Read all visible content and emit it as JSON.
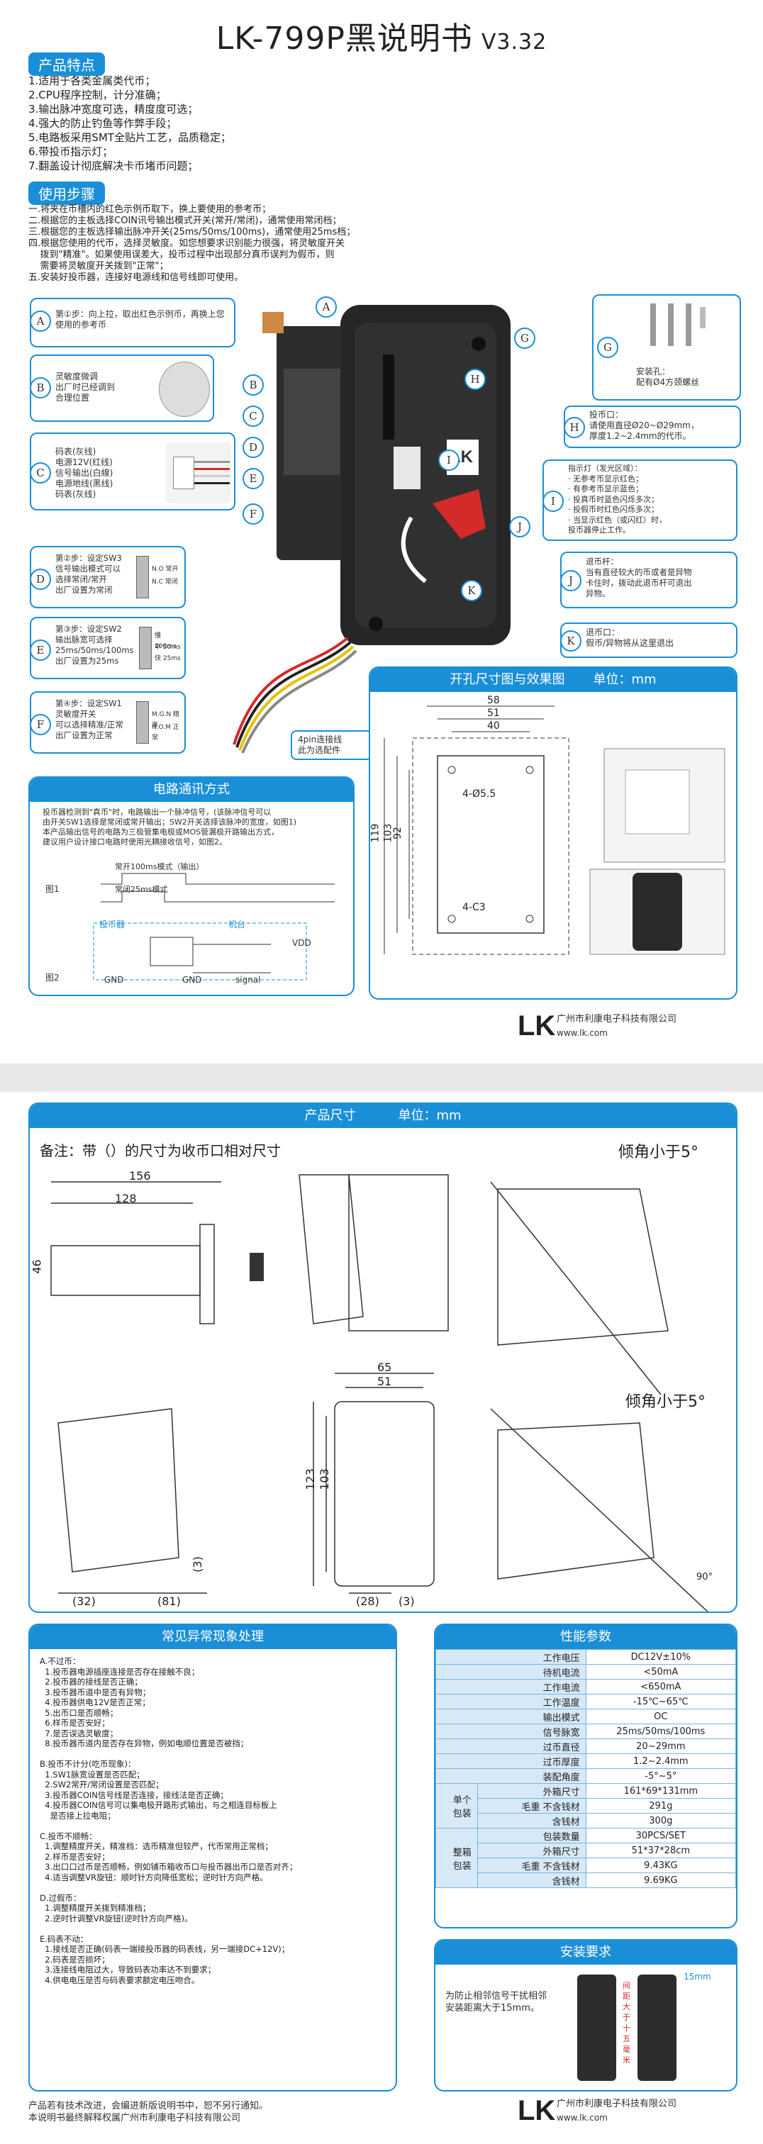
{
  "title": {
    "main": "LK-799P黑说明书",
    "version": "V3.32"
  },
  "features": {
    "header": "产品特点",
    "items": [
      "1.适用于各类金属类代币；",
      "2.CPU程序控制，计分准确；",
      "3.输出脉冲宽度可选，精度度可选；",
      "4.强大的防止钓鱼等作弊手段；",
      "5.电路板采用SMT全贴片工艺，品质稳定；",
      "6.带投币指示灯；",
      "7.翻盖设计彻底解决卡币堵币问题；"
    ]
  },
  "usage": {
    "header": "使用步骤",
    "items": [
      "一.将夹在币槽内的红色示例币取下，换上要使用的参考币；",
      "二.根据您的主板选择COIN讯号输出模式开关(常开/常闭)，通常使用常闭档；",
      "三.根据您的主板选择输出脉冲开关(25ms/50ms/100ms)，通常使用25ms档；",
      "四.根据您使用的代币，选择灵敏度。如您想要求识别能力很强，将灵敏度开关",
      "    拨到\"精准\"。如果使用误差大，投币过程中出现部分真币误判为假币，则",
      "    需要将灵敏度开关拨到\"正常\"；",
      "五.安装好投币器，连接好电源线和信号线即可使用。"
    ]
  },
  "left_callouts": {
    "A": {
      "letter": "A",
      "text": "第①步：向上拉，取出红色示例币，再换上您使用的参考币"
    },
    "B": {
      "letter": "B",
      "text": "灵敏度微调\n出厂时已经调到\n合理位置"
    },
    "C": {
      "letter": "C",
      "text": "信号输出(白線)"
    },
    "wires": [
      "码表(灰线)",
      "电源12V(红线)",
      "信号输出(白線)",
      "电源地线(黑线)",
      "码表(灰线)"
    ],
    "D": {
      "letter": "D",
      "text": "第②步：设定SW3\n信号输出模式可以\n选择常闭/常开\n出厂设置为常闭"
    },
    "sw3": [
      "N.O 常开",
      "N.C 常闭"
    ],
    "E": {
      "letter": "E",
      "text": "第③步：设定SW2\n输出脉宽可选择\n25ms/50ms/100ms\n出厂设置为25ms"
    },
    "sw2": [
      "慢 100ms",
      "中 50ms",
      "快 25ms"
    ],
    "F": {
      "letter": "F",
      "text": "第④步：设定SW1\n灵敏度开关\n可以选择精准/正常\n出厂设置为正常"
    },
    "sw1": [
      "M.G.N 精准",
      "N.O.M 正常"
    ]
  },
  "diagram_letters": [
    "A",
    "B",
    "C",
    "D",
    "E",
    "F",
    "G",
    "H",
    "I",
    "J",
    "K"
  ],
  "connector_label": "4pin连接线\n此为选配件",
  "right_callouts": {
    "G": {
      "letter": "G",
      "text": "安装孔：\n配有Ø4方颈螺丝"
    },
    "H": {
      "letter": "H",
      "text": "投币口：\n请使用直径Ø20~Ø29mm，\n厚度1.2~2.4mm的代币。"
    },
    "I": {
      "letter": "I",
      "text": "指示灯（发光区域）：\n· 无参考币显示红色；\n· 有参考币显示蓝色；\n· 投真币时蓝色闪烁多次；\n· 投假币时红色闪烁多次；\n· 当显示红色（或闪红）时，\n  投币器停止工作。"
    },
    "J": {
      "letter": "J",
      "text": "退币杆：\n当有直径较大的币或者是异物\n卡住时，拨动此退币杆可退出\n异物。"
    },
    "K": {
      "letter": "K",
      "text": "退币口：\n假币/异物将从这里退出"
    }
  },
  "cutout": {
    "header": "开孔尺寸图与效果图",
    "unit": "单位：mm",
    "dims": [
      "58",
      "51",
      "40",
      "4-Ø5.5",
      "119",
      "103",
      "92",
      "4-C3"
    ]
  },
  "circuit": {
    "header": "电路通讯方式",
    "text": [
      "投币器检测到\"真币\"时，电路输出一个脉冲信号，(该脉冲信号可以",
      "由开关SW1选择是常闭或常开输出；SW2开关选择该脉冲的宽度，如图1)",
      "本产品输出信号的电路为三极管集电极或MOS管漏极开路输出方式，",
      "建议用户设计接口电路时使用光耦接收信号，如图2。"
    ],
    "fig1": "图1",
    "normal_open": "常开100ms模式（输出）",
    "normal_closed": "常闭25ms模式",
    "fig2": "图2",
    "coin_box": "投币器",
    "board_box": "机台",
    "vdd": "VDD",
    "gnd1": "GND",
    "gnd2": "GND",
    "signal": "signal"
  },
  "company": {
    "logo": "LK",
    "name": "广州市利康电子科技有限公司",
    "url": "www.lk.com"
  },
  "dimensions": {
    "header": "产品尺寸",
    "unit": "单位：mm",
    "note": "备注：带（）的尺寸为收币口相对尺寸",
    "tilt1": "倾角小于5°",
    "tilt2": "倾角小于5°",
    "d156": "156",
    "d128": "128",
    "d46": "46",
    "d65": "65",
    "d51": "51",
    "d123": "123",
    "d103": "103",
    "d32": "(32)",
    "d81": "(81)",
    "d3a": "(3)",
    "d28": "(28)",
    "d3b": "(3)",
    "deg90": "90°"
  },
  "trouble": {
    "header": "常见异常现象处理",
    "lines": [
      "A.不过币：",
      "  1.投币器电源插座连接是否存在接触不良；",
      "  2.投币器的接线是否正确；",
      "  3.投币器币道中是否有异物；",
      "  4.投币器供电12V是否正常；",
      "  5.出币口是否顺畅；",
      "  6.样币是否安好；",
      "  7.是否误选灵敏度；",
      "  8.投币器币道内是否存在异物，例如电顺位置是否被挡；",
      "",
      "B.投币不计分(吃币现象)：",
      "  1.SW1脉宽设置是否匹配；",
      "  2.SW2常开/常闭设置是否匹配；",
      "  3.投币器COIN信号线是否连接，接线法是否正确；",
      "  4.投币器COIN信号可以集电极开路形式输出，与之相连目标板上",
      "    是否接上拉电阻；",
      "",
      "C.投币不顺畅：",
      "  1.调整精度开关，精准档：选币精准但较严，代币常用正常档；",
      "  2.样币是否安好；",
      "  3.出口口过币是否顺畅，例如铺币箱收币口与投币器出币口是否对齐；",
      "  4.适当调整VR旋钮：顺时针方向降低宽松；逆时针方向严格。",
      "",
      "D.过假币：",
      "  1.调整精度开关拨到精准档；",
      "  2.逆时针调整VR旋钮(逆时针方向严格)。",
      "",
      "E.码表不动：",
      "  1.接线是否正确(码表一端接投币器的码表线，另一端接DC+12V)；",
      "  2.码表是否损坏；",
      "  3.连接线电阻过大，导致码表功率达不到要求；",
      "  4.供电电压是否与码表要求额定电压吻合。"
    ]
  },
  "perf": {
    "header": "性能参数",
    "rows": [
      [
        "工作电压",
        "DC12V±10%"
      ],
      [
        "待机电流",
        "<50mA"
      ],
      [
        "工作电流",
        "<650mA"
      ],
      [
        "工作温度",
        "-15℃~65℃"
      ],
      [
        "输出模式",
        "OC"
      ],
      [
        "信号脉宽",
        "25ms/50ms/100ms"
      ],
      [
        "过币直径",
        "20~29mm"
      ],
      [
        "过币厚度",
        "1.2~2.4mm"
      ],
      [
        "装配角度",
        "-5°~5°"
      ]
    ],
    "single_pack": "单个\n包装",
    "single": [
      [
        "外箱尺寸",
        "161*69*131mm"
      ],
      [
        "不含钱材",
        "291g"
      ],
      [
        "含钱材",
        "300g"
      ]
    ],
    "box_pack": "整箱\n包装",
    "box": [
      [
        "包装数量",
        "30PCS/SET"
      ],
      [
        "外箱尺寸",
        "51*37*28cm"
      ],
      [
        "不含钱材",
        "9.43KG"
      ],
      [
        "含钱材",
        "9.69KG"
      ]
    ],
    "gross": "毛重"
  },
  "install": {
    "header": "安装要求",
    "text": "为防止相邻信号干扰相邻安装距离大于15mm。",
    "gap": "15mm",
    "vertical": "间距大于十五毫米"
  },
  "footer": [
    "产品若有技术改进，会编进新版说明书中，恕不另行通知。",
    "本说明书最终解释权属广州市利康电子科技有限公司"
  ],
  "colors": {
    "accent": "#1a8fd8",
    "red": "#d42a2a"
  }
}
